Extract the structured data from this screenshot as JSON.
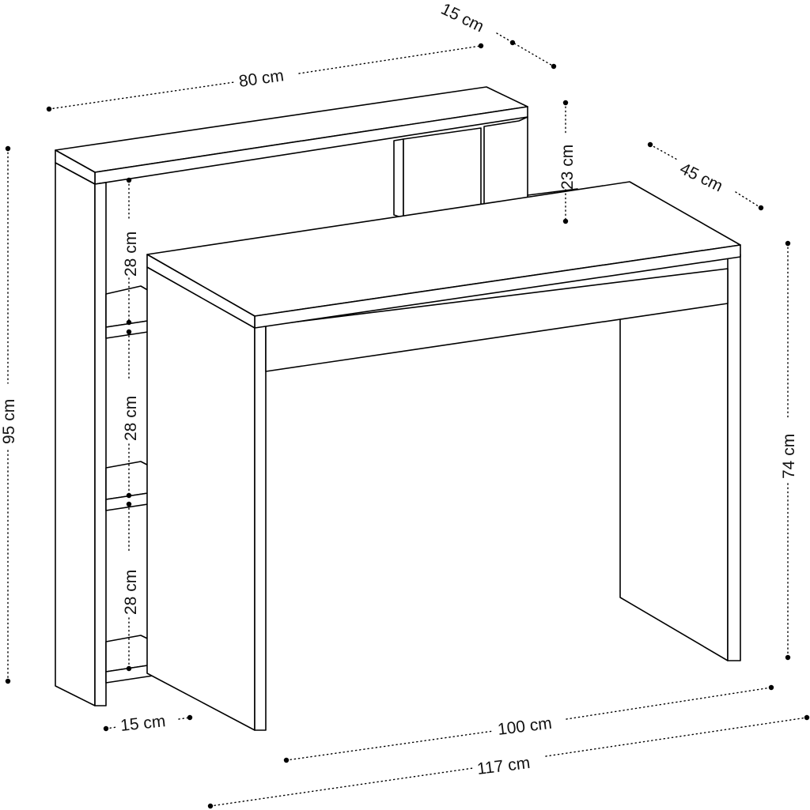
{
  "dimensions": {
    "hutch_width": "80 cm",
    "hutch_depth": "15 cm",
    "hutch_height": "23 cm",
    "desk_depth": "45 cm",
    "total_height": "95 cm",
    "desk_height": "74 cm",
    "shelf_gap_top": "28 cm",
    "shelf_gap_middle": "28 cm",
    "shelf_gap_bottom": "28 cm",
    "shelf_depth": "15 cm",
    "desk_width": "100 cm",
    "total_width": "117 cm"
  },
  "colors": {
    "line": "#000000",
    "background": "#ffffff"
  }
}
